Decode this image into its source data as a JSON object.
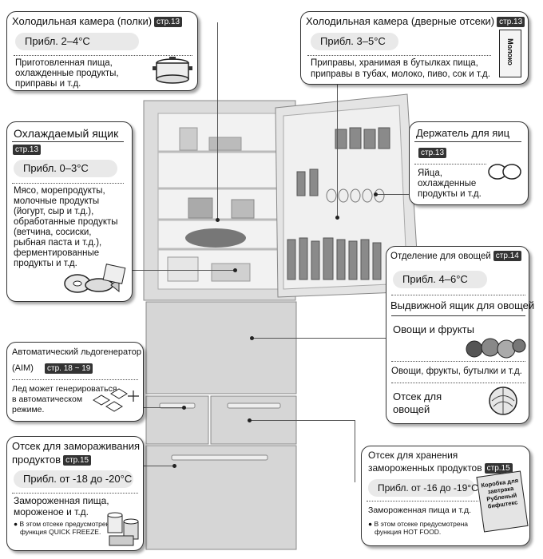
{
  "fridge_shelves": {
    "title": "Холодильная камера (полки)",
    "page": "стр.13",
    "temp": "Прибл. 2–4°C",
    "description": [
      "Приготовленная пища,",
      "охлажденные продукты,",
      "приправы и т.д."
    ]
  },
  "fridge_door": {
    "title": "Холодильная камера (дверные отсеки)",
    "page": "стр.13",
    "temp": "Прибл. 3–5°C",
    "description": [
      "Приправы, хранимая в бутылках пища,",
      "приправы в тубах, молоко, пиво, сок и т.д."
    ],
    "milk_label": "Молоко"
  },
  "chilled_drawer": {
    "title": "Охлаждаемый ящик",
    "page": "стр.13",
    "temp": "Прибл. 0–3°C",
    "description": [
      "Мясо, морепродукты,",
      "молочные продукты",
      "(йогурт, сыр и т.д.),",
      "обработанные продукты",
      "(ветчина, сосиски,",
      "рыбная паста и т.д.),",
      "ферментированные",
      "продукты и т.д."
    ]
  },
  "egg_holder": {
    "title": "Держатель для яиц",
    "page": "стр.13",
    "description": [
      "Яйца,",
      "охлажденные",
      "продукты и т.д."
    ]
  },
  "vegetable_compartment": {
    "title": "Отделение для овощей",
    "page": "стр.14",
    "temp": "Прибл. 4–6°C",
    "drawer_title": "Выдвижной ящик для овощей",
    "upper_items": "Овощи и фрукты",
    "lower_items": "Овощи, фрукты, бутылки и т.д.",
    "bin_label": [
      "Отсек для",
      "овощей"
    ]
  },
  "ice_maker": {
    "title": "Автоматический льдогенератор",
    "subtitle": "(AIM)",
    "page": "стр. 18 ~ 19",
    "description": [
      "Лед может генерироваться",
      "в автоматическом",
      "режиме."
    ]
  },
  "freezing_compartment": {
    "title": [
      "Отсек для замораживания",
      "продуктов"
    ],
    "page": "стр.15",
    "temp": "Прибл. от -18 до -20°C",
    "description": [
      "Замороженная пища,",
      "мороженое и т.д."
    ],
    "note": [
      "В этом отсеке предусмотрена",
      "функция QUICK FREEZE."
    ]
  },
  "frozen_storage": {
    "title": [
      "Отсек для хранения",
      "замороженных продуктов"
    ],
    "page": "стр.15",
    "temp": "Прибл. от -16 до -19°C",
    "description": "Замороженная пища и т.д.",
    "note": [
      "В этом отсеке предусмотрена",
      "функция HOT FOOD."
    ],
    "package_label": [
      "Коробка для",
      "завтрака",
      "Рубленый",
      "бифштекс"
    ]
  }
}
